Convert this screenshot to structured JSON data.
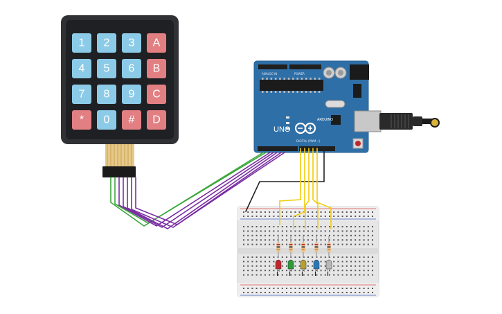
{
  "keypad": {
    "keys": [
      {
        "label": "1",
        "kind": "digit"
      },
      {
        "label": "2",
        "kind": "digit"
      },
      {
        "label": "3",
        "kind": "digit"
      },
      {
        "label": "A",
        "kind": "letter"
      },
      {
        "label": "4",
        "kind": "digit"
      },
      {
        "label": "5",
        "kind": "digit"
      },
      {
        "label": "6",
        "kind": "digit"
      },
      {
        "label": "B",
        "kind": "letter"
      },
      {
        "label": "7",
        "kind": "digit"
      },
      {
        "label": "8",
        "kind": "digit"
      },
      {
        "label": "9",
        "kind": "digit"
      },
      {
        "label": "C",
        "kind": "letter"
      },
      {
        "label": "*",
        "kind": "symbol"
      },
      {
        "label": "0",
        "kind": "digit"
      },
      {
        "label": "#",
        "kind": "symbol"
      },
      {
        "label": "D",
        "kind": "letter"
      }
    ],
    "colors": {
      "body": "#2f3135",
      "panel": "#1f2023",
      "digit": "#8ccbe8",
      "letter": "#e27f82",
      "symbol": "#e27f82"
    }
  },
  "arduino": {
    "model_label": "UNO",
    "brand_label": "ARDUINO",
    "header_labels": {
      "digital": "DIGITAL (PWM ~)",
      "analog": "ANALOG IN",
      "power": "POWER"
    },
    "board_color": "#2f6fa7",
    "icons": [
      "arduino-logo-icon",
      "usb-connector-icon",
      "reset-button-icon"
    ]
  },
  "leds": [
    {
      "color": "#c0272d"
    },
    {
      "color": "#2e9a3a"
    },
    {
      "color": "#b8a12a"
    },
    {
      "color": "#2a77b5"
    },
    {
      "color": "#b8b8b8"
    }
  ],
  "wire_colors": {
    "green": "#3aa83a",
    "purple": "#7a2ea3",
    "yellow": "#f2cc0c",
    "black": "#222222"
  }
}
